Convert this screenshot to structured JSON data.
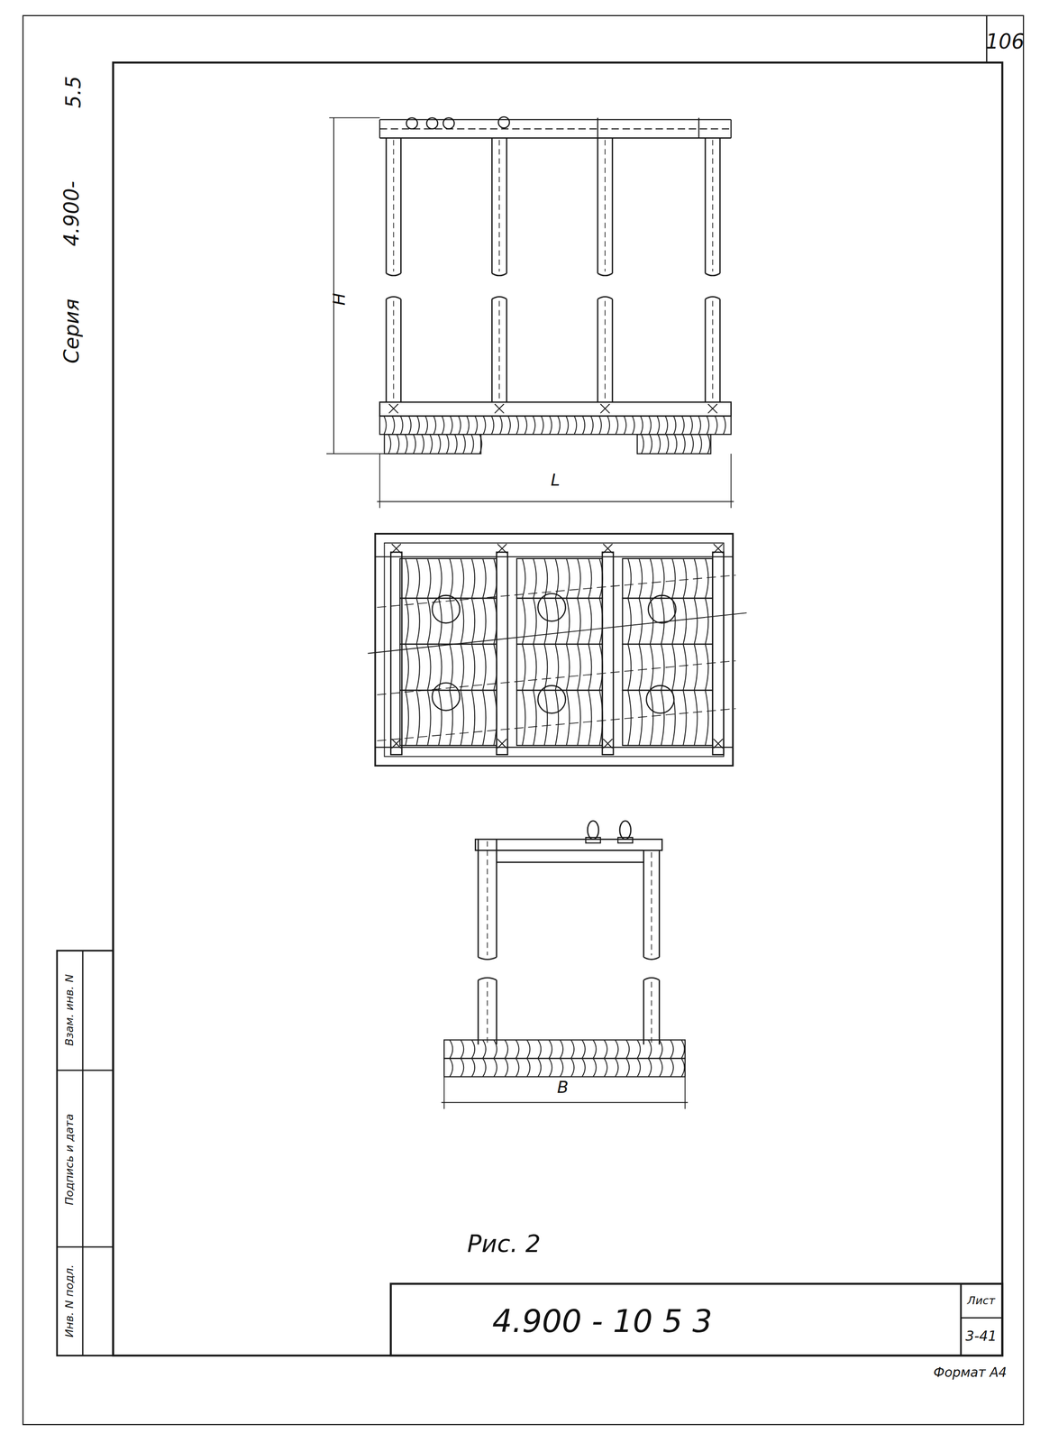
{
  "diagram": {
    "labels": [
      "106",
      "Серия",
      "4.900-",
      "5.5",
      "H",
      "L",
      "B",
      "Рис. 2",
      "4.900 - 10 5 3",
      "Лист",
      "3-41",
      "Формат А4",
      "Взам. инв. N",
      "Подпись и дата",
      "Инв. N подл."
    ]
  }
}
